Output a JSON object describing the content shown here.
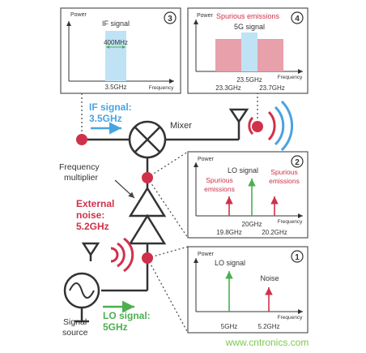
{
  "panels": {
    "if": {
      "number": "3",
      "power_label": "Power",
      "frequency_label": "Frequency",
      "signal_label": "IF signal",
      "bandwidth_label": "400MHz",
      "freq_tick": "3.5GHz"
    },
    "rf": {
      "number": "4",
      "power_label": "Power",
      "frequency_label": "Frequency",
      "spurious_label": "Spurious emissions",
      "signal_label": "5G signal",
      "freq_tick_center": "23.5GHz",
      "freq_tick_left": "23.3GHz",
      "freq_tick_right": "23.7GHz"
    },
    "lo_mult": {
      "number": "2",
      "power_label": "Power",
      "frequency_label": "Frequency",
      "lo_label": "LO signal",
      "spurious_left_line1": "Spurious",
      "spurious_left_line2": "emissions",
      "spurious_right_line1": "Spurious",
      "spurious_right_line2": "emissions",
      "freq_tick_center": "20GHz",
      "freq_tick_left": "19.8GHz",
      "freq_tick_right": "20.2GHz"
    },
    "lo_in": {
      "number": "1",
      "power_label": "Power",
      "frequency_label": "Frequency",
      "lo_label": "LO signal",
      "noise_label": "Noise",
      "freq_tick_left": "5GHz",
      "freq_tick_right": "5.2GHz"
    }
  },
  "circuit": {
    "if_line1": "IF signal:",
    "if_line2": "3.5GHz",
    "mixer_label": "Mixer",
    "multiplier_line1": "Frequency",
    "multiplier_line2": "multiplier",
    "noise_line1": "External",
    "noise_line2": "noise:",
    "noise_line3": "5.2GHz",
    "lo_line1": "LO signal:",
    "lo_line2": "5GHz",
    "source_line1": "Signal",
    "source_line2": "source"
  },
  "watermark": "www.cntronics.com",
  "colors": {
    "blue": "#4aa3df",
    "light_blue": "#bfe3f5",
    "red": "#d0314a",
    "pink": "#e8a0aa",
    "green": "#4caf50",
    "dark": "#333333"
  }
}
